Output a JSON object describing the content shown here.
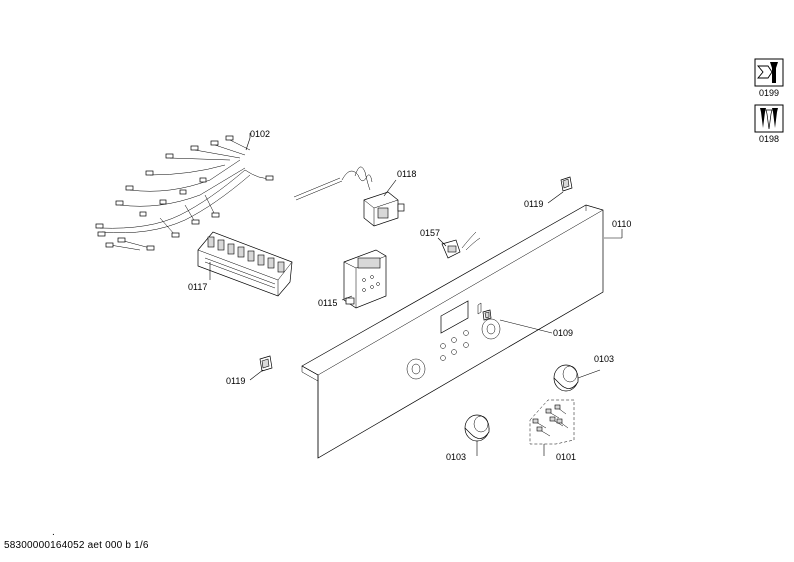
{
  "footer": {
    "doc_number": "58300000164052 aet 000 b 1/6",
    "mark": "."
  },
  "tool_icons": [
    {
      "icon": "wrench-screwdriver-icon",
      "label": "0199"
    },
    {
      "icon": "screws-icon",
      "label": "0198"
    }
  ],
  "parts": {
    "p0102": "0102",
    "p0118": "0118",
    "p0119_top": "0119",
    "p0110": "0110",
    "p0157": "0157",
    "p0117": "0117",
    "p0115": "0115",
    "p0109": "0109",
    "p0119_bottom": "0119",
    "p0103_right": "0103",
    "p0103_left": "0103",
    "p0101": "0101"
  }
}
